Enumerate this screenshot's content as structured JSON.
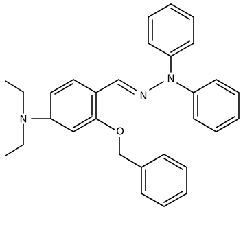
{
  "labels": {
    "amine_n": "N",
    "imine_n": "N",
    "hydrazine_n": "N",
    "ether_o": "O"
  }
}
